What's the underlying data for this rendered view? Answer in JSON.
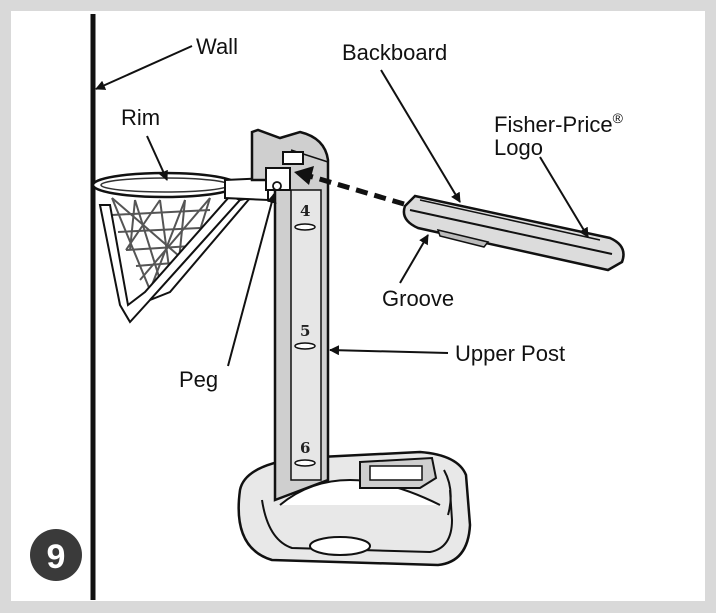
{
  "labels": {
    "wall": "Wall",
    "backboard": "Backboard",
    "fisher_price_line1": "Fisher-Price",
    "registered_mark": "®",
    "fisher_price_line2": "Logo",
    "rim": "Rim",
    "groove": "Groove",
    "upper_post": "Upper Post",
    "peg": "Peg"
  },
  "height_marks": [
    "4",
    "5",
    "6"
  ],
  "step_number": "9",
  "colors": {
    "frame": "#d9d9d9",
    "ink": "#111111",
    "step_badge": "#3a3a3a"
  }
}
